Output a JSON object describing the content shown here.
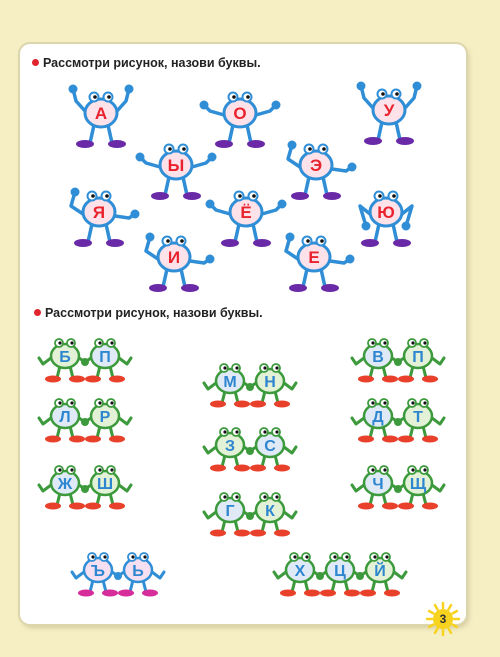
{
  "colors": {
    "bullet": "#e0252e",
    "vowel_body": "#2f8ed6",
    "vowel_feet": "#6a2aa8",
    "vowel_letter": "#e8232e",
    "vowel_face": "#fde2ea",
    "consonant_body": "#3c9a3c",
    "consonant_feet": "#e8402a",
    "consonant_letter": "#2e86d0",
    "consonant_face_hard": "#dfeaf6",
    "consonant_face_soft": "#e3f2d6",
    "sign_body": "#2f8ed6",
    "sign_feet": "#d62d9a",
    "sign_letter": "#2e86d0",
    "sign_face": "#f5dff0"
  },
  "section1": {
    "instruction": "Рассмотри рисунок, назови буквы.",
    "figures": [
      {
        "letter": "А",
        "pose": "up"
      },
      {
        "letter": "О",
        "pose": "side"
      },
      {
        "letter": "У",
        "pose": "up"
      },
      {
        "letter": "Ы",
        "pose": "side"
      },
      {
        "letter": "Э",
        "pose": "wave"
      },
      {
        "letter": "Я",
        "pose": "wave"
      },
      {
        "letter": "Ё",
        "pose": "side"
      },
      {
        "letter": "Ю",
        "pose": "hips"
      },
      {
        "letter": "И",
        "pose": "wave"
      },
      {
        "letter": "Е",
        "pose": "wave"
      }
    ]
  },
  "section2": {
    "instruction": "Рассмотри рисунок, назови буквы.",
    "groups": [
      {
        "letters": [
          "Б",
          "П"
        ],
        "type": "consonant",
        "faces": [
          "soft",
          "hard"
        ]
      },
      {
        "letters": [
          "В",
          "П"
        ],
        "type": "consonant",
        "faces": [
          "hard",
          "soft"
        ]
      },
      {
        "letters": [
          "М",
          "Н"
        ],
        "type": "consonant",
        "faces": [
          "hard",
          "soft"
        ]
      },
      {
        "letters": [
          "Л",
          "Р"
        ],
        "type": "consonant",
        "faces": [
          "hard",
          "soft"
        ]
      },
      {
        "letters": [
          "Д",
          "Т"
        ],
        "type": "consonant",
        "faces": [
          "hard",
          "soft"
        ]
      },
      {
        "letters": [
          "З",
          "С"
        ],
        "type": "consonant",
        "faces": [
          "soft",
          "hard"
        ]
      },
      {
        "letters": [
          "Ж",
          "Ш"
        ],
        "type": "consonant",
        "faces": [
          "hard",
          "soft"
        ]
      },
      {
        "letters": [
          "Ч",
          "Щ"
        ],
        "type": "consonant",
        "faces": [
          "hard",
          "soft"
        ]
      },
      {
        "letters": [
          "Г",
          "К"
        ],
        "type": "consonant",
        "faces": [
          "hard",
          "soft"
        ]
      },
      {
        "letters": [
          "Ъ",
          "Ь"
        ],
        "type": "sign",
        "faces": [
          "soft",
          "soft"
        ]
      },
      {
        "letters": [
          "Х",
          "Ц",
          "Й"
        ],
        "type": "consonant",
        "faces": [
          "hard",
          "hard",
          "soft"
        ]
      }
    ]
  },
  "page_number": "3",
  "page_number_color": "#f7d21e"
}
